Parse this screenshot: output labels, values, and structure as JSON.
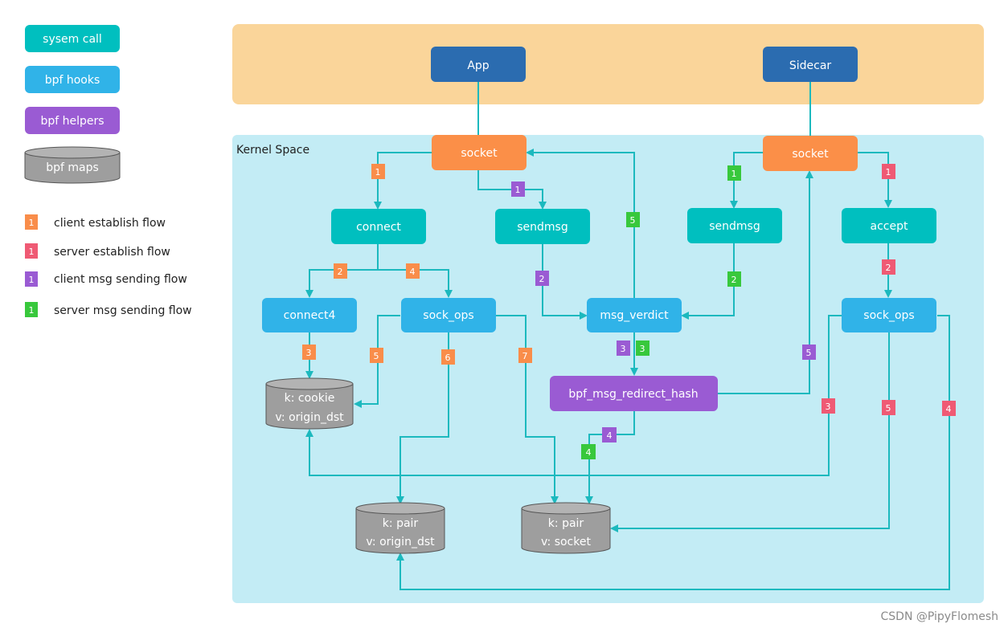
{
  "legend": {
    "types": [
      {
        "label": "sysem call",
        "kind": "syscall"
      },
      {
        "label": "bpf hooks",
        "kind": "hook"
      },
      {
        "label": "bpf helpers",
        "kind": "helper"
      },
      {
        "label": "bpf maps",
        "kind": "map"
      }
    ],
    "flows": [
      {
        "num": "1",
        "label": "client establish flow",
        "color": "#f98d4a"
      },
      {
        "num": "1",
        "label": "server establish flow",
        "color": "#ef5a74"
      },
      {
        "num": "1",
        "label": "client msg sending flow",
        "color": "#9a5bd3"
      },
      {
        "num": "1",
        "label": "server msg sending flow",
        "color": "#38c83c"
      }
    ]
  },
  "colors": {
    "syscall": "#00bfbf",
    "hook": "#30b3e8",
    "helper": "#9a5bd3",
    "map": "#9e9e9e",
    "app": "#2b6cb0",
    "socket": "#fb8f48",
    "user_space": "#fad59a",
    "kernel_space": "#c3ecf5",
    "line": "#1cb9be"
  },
  "user_space": {
    "app_label": "App",
    "sidecar_label": "Sidecar"
  },
  "kernel_space": {
    "title": "Kernel Space",
    "app_socket": "socket",
    "sidecar_socket": "socket",
    "connect": "connect",
    "client_sendmsg": "sendmsg",
    "server_sendmsg": "sendmsg",
    "accept": "accept",
    "connect4": "connect4",
    "client_sock_ops": "sock_ops",
    "msg_verdict": "msg_verdict",
    "server_sock_ops": "sock_ops",
    "bpf_msg_redirect_hash": "bpf_msg_redirect_hash",
    "map_cookie": {
      "key": "k: cookie",
      "value": "v: origin_dst"
    },
    "map_pair_dst": {
      "key": "k: pair",
      "value": "v: origin_dst"
    },
    "map_pair_socket": {
      "key": "k: pair",
      "value": "v: socket"
    }
  },
  "step_badges": [
    {
      "flow": "client_establish",
      "num": "1"
    },
    {
      "flow": "client_establish",
      "num": "2"
    },
    {
      "flow": "client_establish",
      "num": "4"
    },
    {
      "flow": "client_establish",
      "num": "3"
    },
    {
      "flow": "client_establish",
      "num": "5"
    },
    {
      "flow": "client_establish",
      "num": "6"
    },
    {
      "flow": "client_establish",
      "num": "7"
    },
    {
      "flow": "server_establish",
      "num": "1"
    },
    {
      "flow": "server_establish",
      "num": "2"
    },
    {
      "flow": "server_establish",
      "num": "3"
    },
    {
      "flow": "server_establish",
      "num": "5"
    },
    {
      "flow": "server_establish",
      "num": "4"
    },
    {
      "flow": "client_msg",
      "num": "1"
    },
    {
      "flow": "client_msg",
      "num": "2"
    },
    {
      "flow": "client_msg",
      "num": "3"
    },
    {
      "flow": "client_msg",
      "num": "5"
    },
    {
      "flow": "client_msg",
      "num": "4"
    },
    {
      "flow": "server_msg",
      "num": "1"
    },
    {
      "flow": "server_msg",
      "num": "2"
    },
    {
      "flow": "server_msg",
      "num": "3"
    },
    {
      "flow": "server_msg",
      "num": "5"
    },
    {
      "flow": "server_msg",
      "num": "4"
    }
  ],
  "watermark": "CSDN @PipyFlomesh"
}
